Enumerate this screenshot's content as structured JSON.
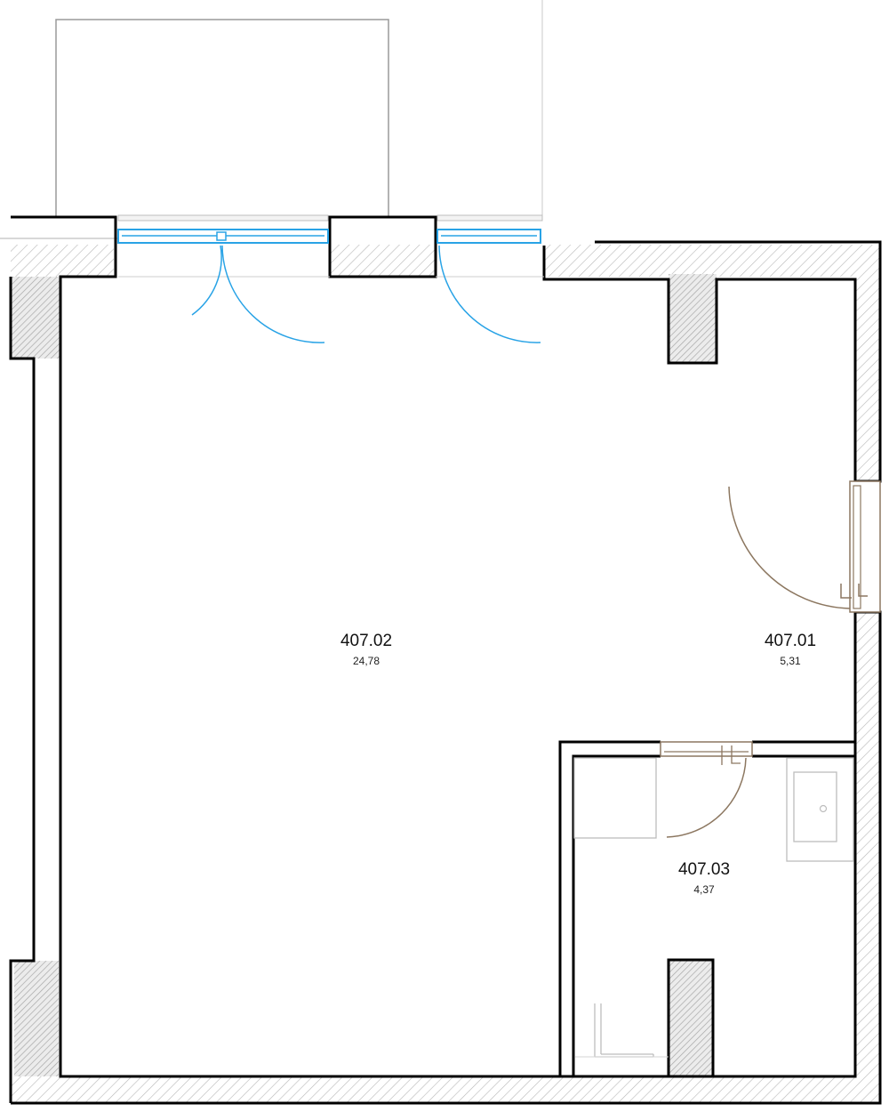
{
  "plan": {
    "colors": {
      "wall_outline": "#000000",
      "hatch": "#b8b8b8",
      "column_fill": "#e9e9e9",
      "window": "#29a3e6",
      "interior_door": "#8c7760",
      "fixtures": "#bdbdbd"
    },
    "rooms": [
      {
        "id": "room-407-02",
        "number": "407.02",
        "area": "24,78"
      },
      {
        "id": "room-407-01",
        "number": "407.01",
        "area": "5,31"
      },
      {
        "id": "room-407-03",
        "number": "407.03",
        "area": "4,37"
      }
    ]
  }
}
